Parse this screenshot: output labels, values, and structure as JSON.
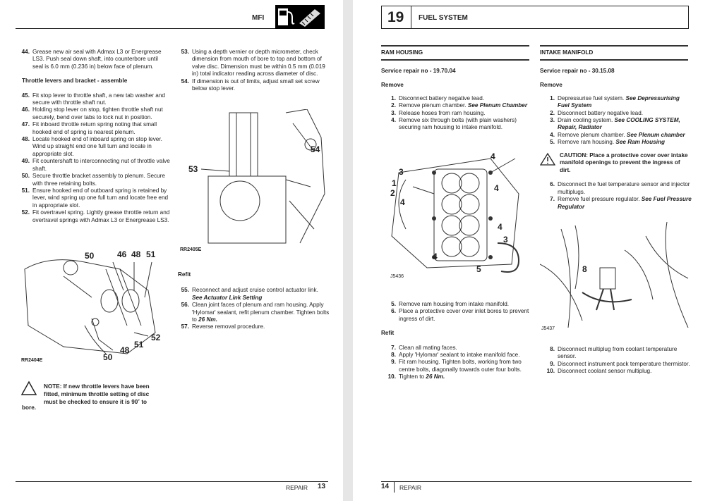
{
  "left_page": {
    "header": {
      "title": "MFI",
      "icons": [
        "fuel-pump-icon",
        "spark-plug-icon"
      ]
    },
    "steps_a": [
      {
        "n": "44.",
        "t": "Grease new air seal with Admax L3 or Energrease LS3. Push seal down shaft, into counterbore until seal is 6.0 mm (0.236 in) below face of plenum."
      }
    ],
    "subheading": "Throttle levers and bracket - assemble",
    "steps_b": [
      {
        "n": "45.",
        "t": "Fit stop lever to throttle shaft, a new tab washer and secure with throttle shaft nut."
      },
      {
        "n": "46.",
        "t": "Holding stop lever on stop, tighten throttle shaft nut securely, bend over tabs to lock nut in position."
      },
      {
        "n": "47.",
        "t": "Fit inboard throttle return spring noting that small hooked end of spring is nearest plenum."
      },
      {
        "n": "48.",
        "t": "Locate hooked end of inboard spring on stop lever. Wind up straight end one full turn and locate in appropriate slot."
      },
      {
        "n": "49.",
        "t": "Fit countershaft to interconnecting nut of throttle valve shaft."
      },
      {
        "n": "50.",
        "t": "Secure throttle bracket assembly to plenum. Secure with three retaining bolts."
      },
      {
        "n": "51.",
        "t": "Ensure hooked end of outboard spring is retained by lever, wind spring up one full turn and locate free end in appropriate slot."
      },
      {
        "n": "52.",
        "t": "Fit overtravel spring. Lightly grease throttle return and overtravel springs with Admax L3 or Energrease LS3."
      }
    ],
    "fig1": {
      "labels": [
        "50",
        "46",
        "48",
        "51",
        "50",
        "48",
        "51",
        "52"
      ],
      "code": "RR2404E"
    },
    "note": {
      "text": "NOTE: If new throttle levers have been fitted, minimum throttle setting of disc must be checked to ensure it is 90˚ to",
      "tail": "bore."
    },
    "steps_c": [
      {
        "n": "53.",
        "t": "Using a depth vernier or depth micrometer, check dimension from mouth of bore to top and bottom of valve disc. Dimension must be within 0.5 mm (0.019 in) total indicator reading across diameter of disc."
      },
      {
        "n": "54.",
        "t": "If dimension is out of limits, adjust small set screw below stop lever."
      }
    ],
    "fig2": {
      "labels": [
        "53",
        "54"
      ],
      "code": "RR2405E"
    },
    "refit_heading": "Refit",
    "refit": [
      {
        "n": "55.",
        "t": "Reconnect and adjust cruise control actuator link.",
        "see": "See  Actuator Link Setting"
      },
      {
        "n": "56.",
        "t": "Clean joint faces of plenum and ram housing. Apply 'Hylomar' sealant, refit plenum chamber. Tighten bolts to",
        "bold": "26 Nm."
      },
      {
        "n": "57.",
        "t": "Reverse removal procedure."
      }
    ],
    "footer": {
      "section": "REPAIR",
      "page": "13"
    }
  },
  "right_page": {
    "header": {
      "number": "19",
      "title": "FUEL SYSTEM"
    },
    "ram": {
      "title": "RAM HOUSING",
      "service": "Service repair no - 19.70.04",
      "remove": "Remove",
      "steps": [
        {
          "n": "1.",
          "t": "Disconnect battery negative lead."
        },
        {
          "n": "2.",
          "t": "Remove plenum chamber.",
          "see": "See  Plenum Chamber"
        },
        {
          "n": "3.",
          "t": "Release hoses from ram housing."
        },
        {
          "n": "4.",
          "t": "Remove six through bolts (with plain washers) securing ram housing to intake manifold."
        }
      ],
      "fig": {
        "labels": [
          "4",
          "3",
          "1",
          "2",
          "4",
          "4",
          "4",
          "3",
          "4",
          "5"
        ],
        "code": "J5436"
      },
      "steps2": [
        {
          "n": "5.",
          "t": "Remove ram housing from intake manifold."
        },
        {
          "n": "6.",
          "t": "Place a protective cover over inlet bores to prevent ingress of dirt."
        }
      ],
      "refit": "Refit",
      "refit_steps": [
        {
          "n": "7.",
          "t": "Clean all mating faces."
        },
        {
          "n": "8.",
          "t": "Apply 'Hylomar' sealant to intake manifold face."
        },
        {
          "n": "9.",
          "t": "Fit ram housing. Tighten bolts, working from two centre bolts, diagonally towards outer four bolts."
        },
        {
          "n": "10.",
          "t": "Tighten to",
          "bold": "26 Nm."
        }
      ]
    },
    "intake": {
      "title": "INTAKE MANIFOLD",
      "service": "Service repair no - 30.15.08",
      "remove": "Remove",
      "steps": [
        {
          "n": "1.",
          "t": "Depressurise fuel system.",
          "see": "See  Depressurising Fuel System"
        },
        {
          "n": "2.",
          "t": "Disconnect battery negative lead."
        },
        {
          "n": "3.",
          "t": "Drain cooling system.",
          "see": "See COOLING SYSTEM, Repair,  Radiator"
        },
        {
          "n": "4.",
          "t": "Remove plenum chamber.",
          "see": "See  Plenum chamber"
        },
        {
          "n": "5.",
          "t": "Remove ram housing.",
          "see": "See  Ram Housing"
        }
      ],
      "caution": "CAUTION: Place a protective cover over intake manifold openings to prevent the ingress of dirt.",
      "steps2": [
        {
          "n": "6.",
          "t": "Disconnect the fuel temperature sensor and injector multiplugs."
        },
        {
          "n": "7.",
          "t": "Remove fuel pressure regulator.",
          "see": "See  Fuel Pressure Regulator"
        }
      ],
      "fig": {
        "labels": [
          "8"
        ],
        "code": "J5437"
      },
      "steps3": [
        {
          "n": "8.",
          "t": "Disconnect multiplug from coolant temperature sensor."
        },
        {
          "n": "9.",
          "t": "Disconnect instrument pack temperature thermistor."
        },
        {
          "n": "10.",
          "t": "Disconnect coolant sensor multiplug."
        }
      ]
    },
    "footer": {
      "page": "14",
      "section": "REPAIR"
    }
  }
}
